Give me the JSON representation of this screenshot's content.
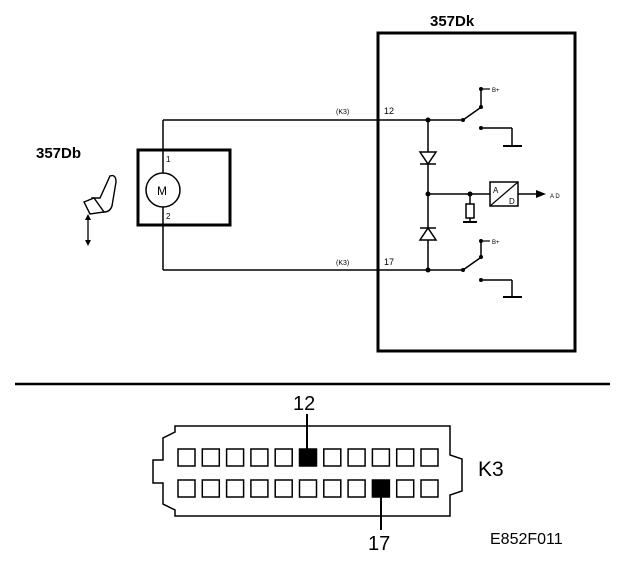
{
  "ecu": {
    "name": "357Dk",
    "pin_top": "12",
    "pin_bottom": "17",
    "supply_top": "B+",
    "supply_bottom": "B+",
    "converter_in": "A",
    "converter_out": "D",
    "output": "A D"
  },
  "motor_unit": {
    "name": "357Db",
    "symbol": "M",
    "pin_top": "1",
    "pin_bottom": "2"
  },
  "wires": {
    "top_connector": "(K3)",
    "bottom_connector": "(K3)"
  },
  "connector": {
    "name": "K3",
    "pin_a": "12",
    "pin_b": "17",
    "columns": 11,
    "highlighted_top_index": 5,
    "highlighted_bottom_index": 8
  },
  "figure_code": "E852F011"
}
